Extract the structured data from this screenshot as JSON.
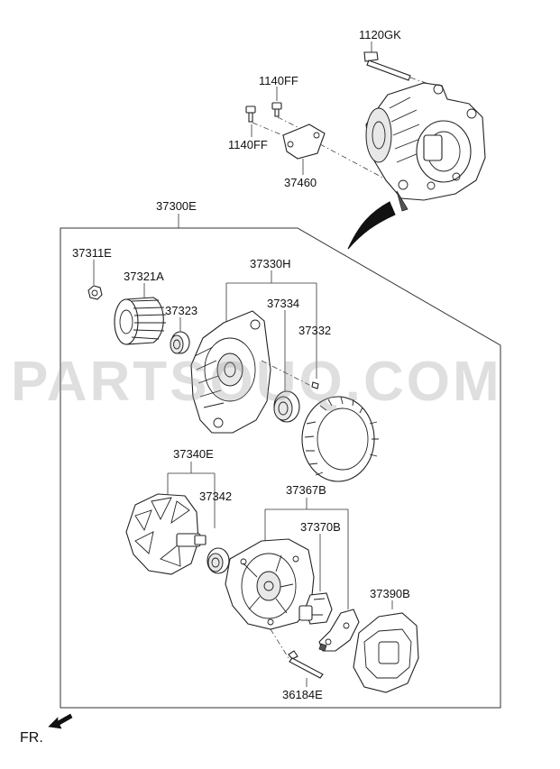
{
  "labels": {
    "p1120GK": "1120GK",
    "p1140FF_top": "1140FF",
    "p1140FF_bottom": "1140FF",
    "p37460": "37460",
    "p37300E": "37300E",
    "p37311E": "37311E",
    "p37321A": "37321A",
    "p37323": "37323",
    "p37330H": "37330H",
    "p37334": "37334",
    "p37332": "37332",
    "p37340E": "37340E",
    "p37342": "37342",
    "p37367B": "37367B",
    "p37370B": "37370B",
    "p37390B": "37390B",
    "p36184E": "36184E"
  },
  "watermark": "PARTSOUQ.COM",
  "direction_label": "FR."
}
